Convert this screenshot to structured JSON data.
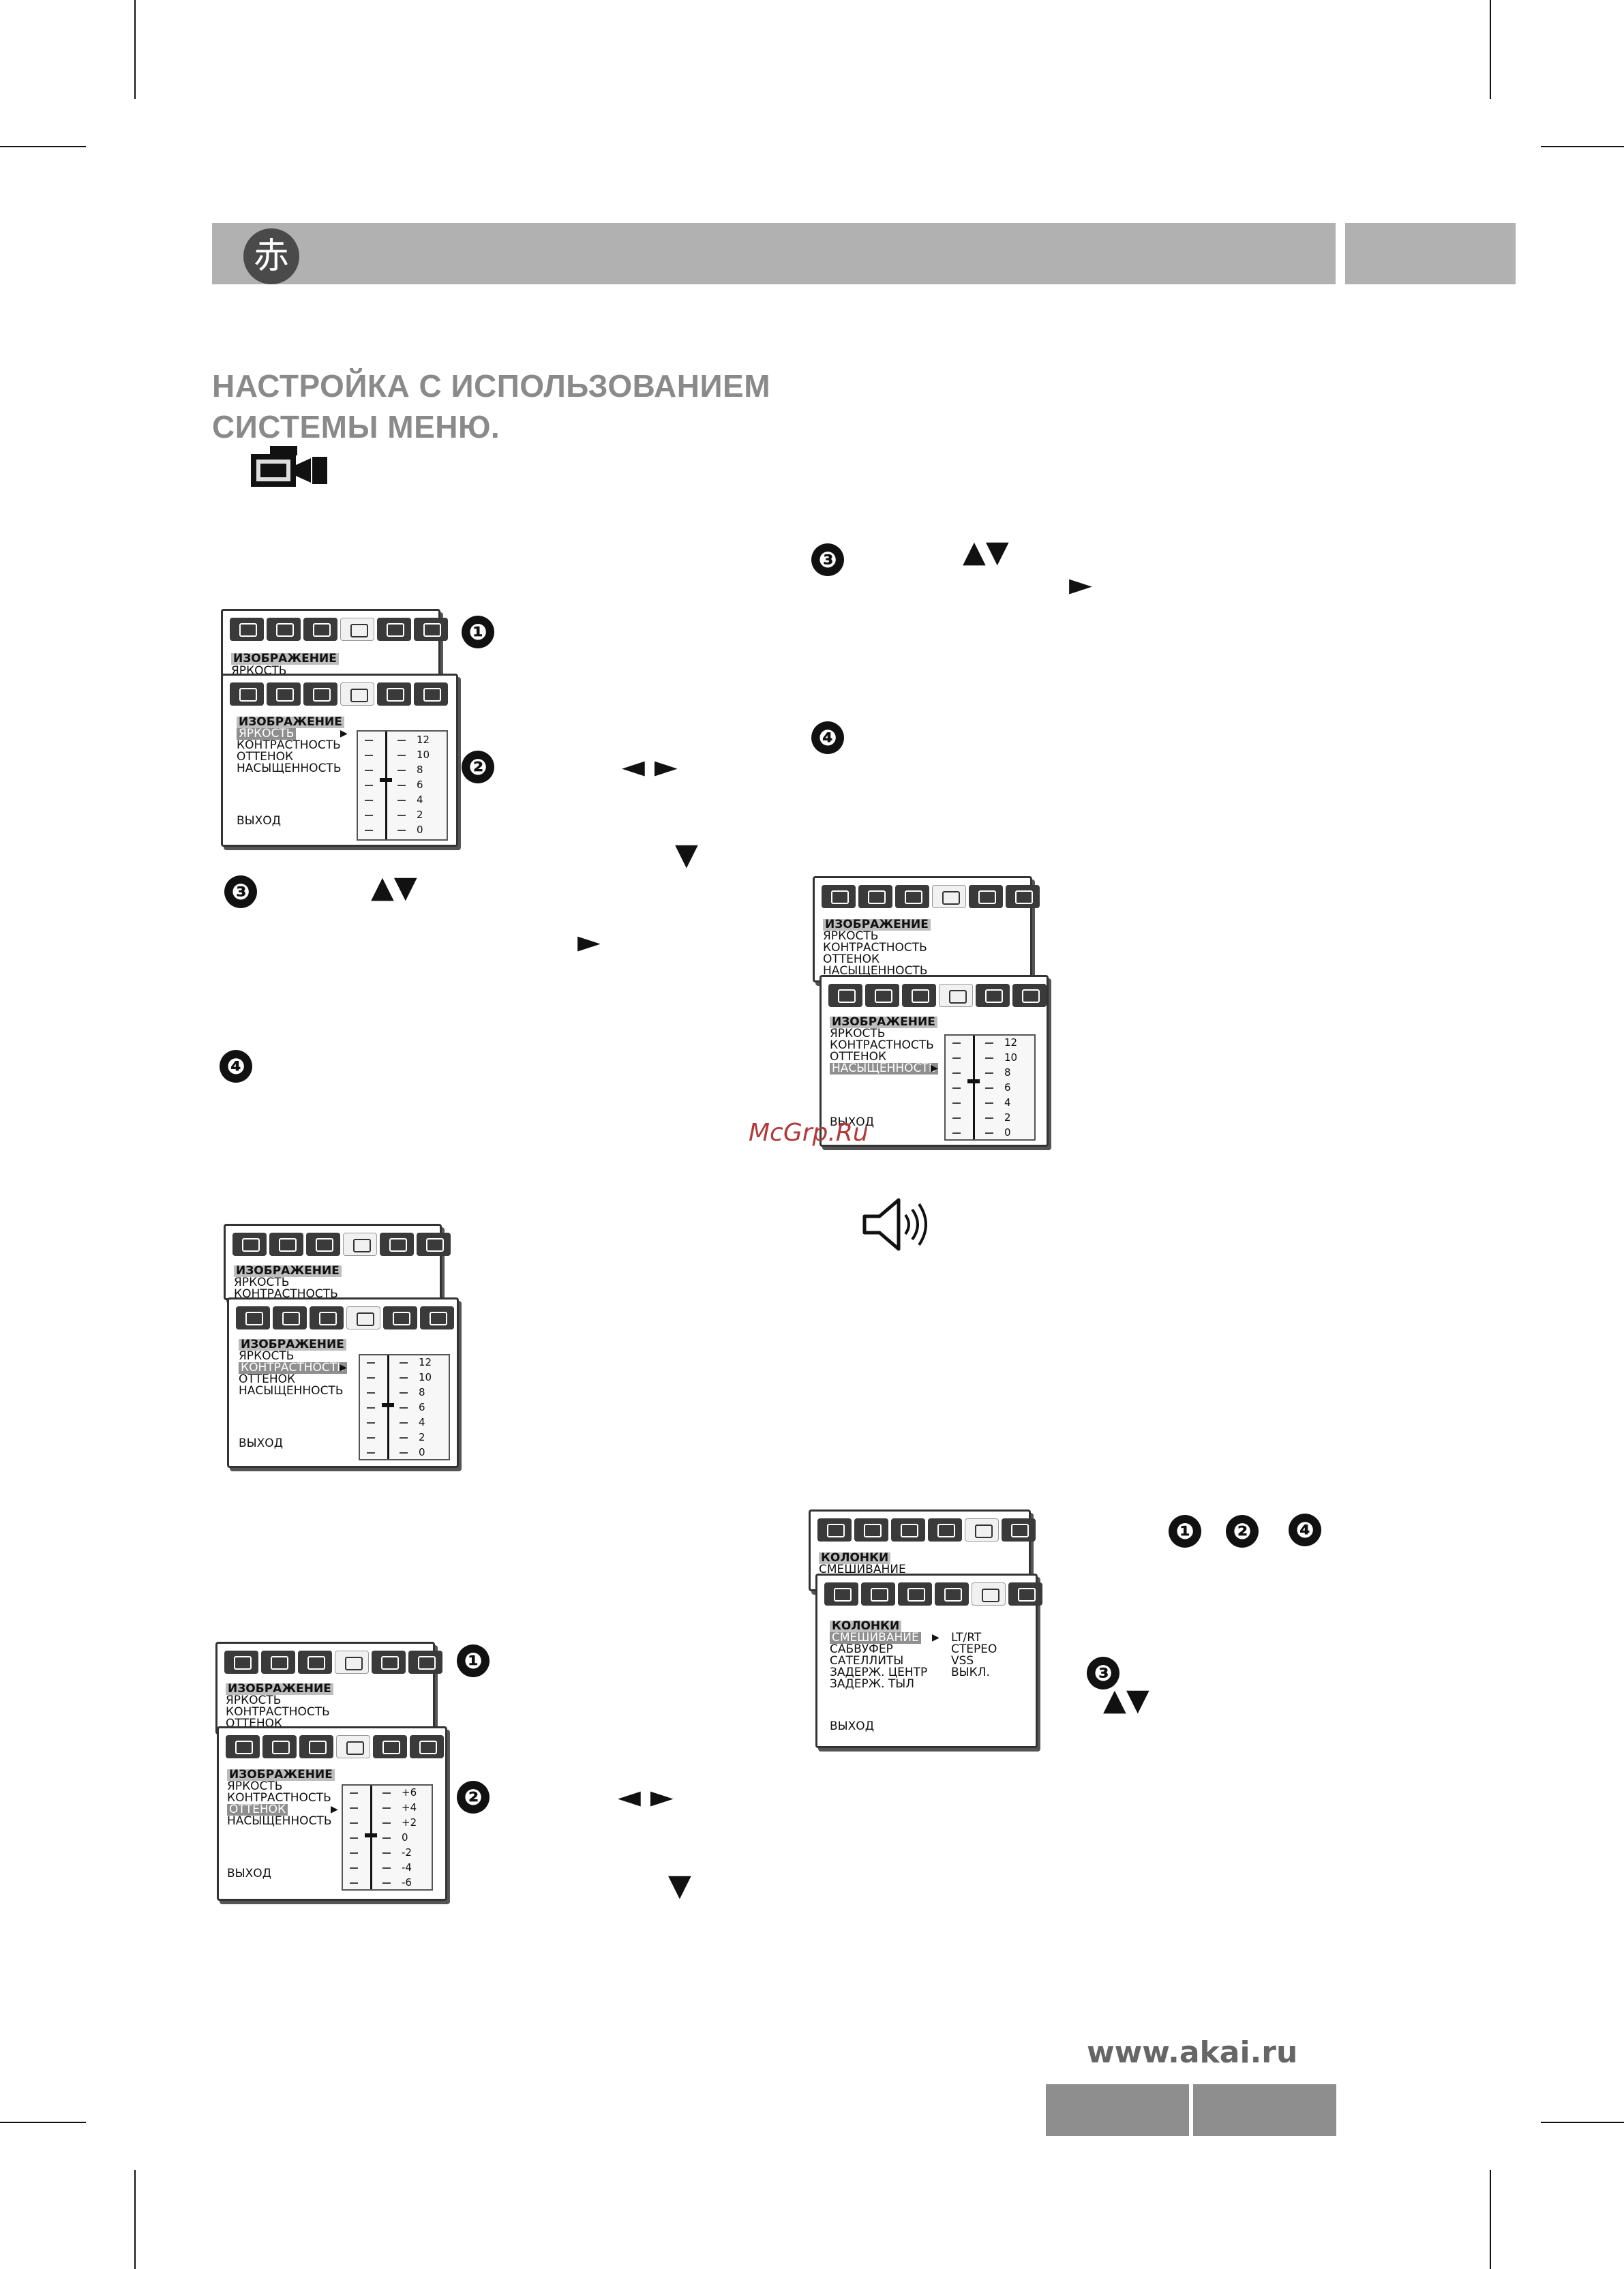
{
  "header": {
    "logo_glyph": "赤"
  },
  "title": {
    "line1": "НАСТРОЙКА С ИСПОЛЬЗОВАНИЕМ",
    "line2": "СИСТЕМЫ МЕНЮ."
  },
  "steps": {
    "n1": "❶",
    "n2": "❷",
    "n3": "❸",
    "n4": "❹"
  },
  "arrows": {
    "up_down": "▲▼",
    "right": "►",
    "left_right": "◄ ►",
    "down": "▼"
  },
  "menu": {
    "image": "ИЗОБРАЖЕНИЕ",
    "brightness": "ЯРКОСТЬ",
    "contrast": "КОНТРАСТНОСТЬ",
    "hue": "ОТТЕНОК",
    "saturation": "НАСЫЩЕННОСТЬ",
    "exit": "ВЫХОД",
    "speakers": "КОЛОНКИ",
    "mixing": "СМЕШИВАНИЕ",
    "subwoofer": "САБВУФЕР",
    "satellites": "САТЕЛЛИТЫ",
    "delay_center": "ЗАДЕРЖ. ЦЕНТР",
    "delay_rear": "ЗАДЕРЖ. ТЫЛ",
    "opt_ltrt": "LT/RT",
    "opt_stereo": "СТЕРЕО",
    "opt_vss": "VSS",
    "opt_off": "ВЫКЛ."
  },
  "scale_levels": [
    "12",
    "10",
    "8",
    "6",
    "4",
    "2",
    "0"
  ],
  "scale_hue": [
    "+6",
    "+4",
    "+2",
    "0",
    "-2",
    "-4",
    "-6"
  ],
  "watermark": "McGrp.Ru",
  "footer": {
    "url": "www.akai.ru"
  }
}
